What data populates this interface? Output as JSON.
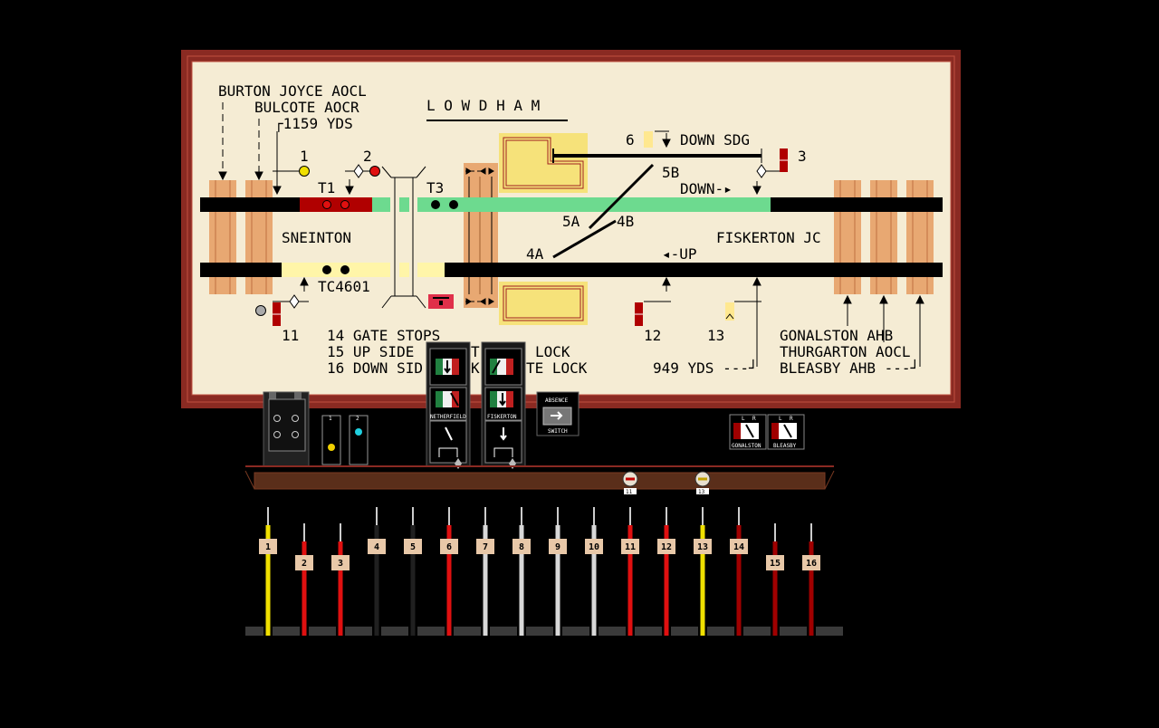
{
  "diagram": {
    "title": "L O W D H A M",
    "labels": {
      "burton_joyce": "BURTON JOYCE AOCL",
      "bulcote": "BULCOTE AOCR",
      "yds_1159": "┌1159 YDS",
      "sneinton": "SNEINTON",
      "tc4601": "TC4601",
      "t1": "T1",
      "t3": "T3",
      "down_sdg": "DOWN SDG",
      "down_arrow": "DOWN-▸",
      "up_arrow": "◂-UP",
      "fiskerton_jc": "FISKERTON JC",
      "gate_stops": "14 GATE STOPS",
      "up_side": "15 UP SIDE",
      "down_side": "16 DOWN SID",
      "lock1": "LOCK",
      "lock2_k": "K",
      "lock2": "TE LOCK",
      "yds_949": "949 YDS ---┘",
      "gonalston": "GONALSTON AHB",
      "thurgarton": "THURGARTON AOCL",
      "bleasby": "BLEASBY AHB ---┘",
      "t_mid": "T"
    },
    "signal_numbers": [
      "1",
      "2",
      "3",
      "6",
      "11",
      "12",
      "13"
    ],
    "point_labels": [
      "5A",
      "5B",
      "4A",
      "4B"
    ]
  },
  "instruments": {
    "block1_label": "NETHERFIELD",
    "block2_label": "FISKERTON",
    "absence_top": "ABSENCE",
    "absence_bottom": "SWITCH",
    "repeater_labels": [
      "1",
      "2"
    ],
    "crossing_lr": [
      "L",
      "R"
    ],
    "crossing_names": [
      "GONALSTON",
      "BLEASBY"
    ],
    "collar_tags": [
      "11",
      "13"
    ]
  },
  "lever_frame": {
    "levers": [
      {
        "num": "1",
        "color": "#f0e000",
        "state": "normal"
      },
      {
        "num": "2",
        "color": "#e01010",
        "state": "reverse"
      },
      {
        "num": "3",
        "color": "#e01010",
        "state": "reverse"
      },
      {
        "num": "4",
        "color": "#202020",
        "state": "normal"
      },
      {
        "num": "5",
        "color": "#202020",
        "state": "normal"
      },
      {
        "num": "6",
        "color": "#e01010",
        "state": "normal"
      },
      {
        "num": "7",
        "color": "#d8d8d8",
        "state": "normal"
      },
      {
        "num": "8",
        "color": "#d8d8d8",
        "state": "normal"
      },
      {
        "num": "9",
        "color": "#d8d8d8",
        "state": "normal"
      },
      {
        "num": "10",
        "color": "#d8d8d8",
        "state": "normal"
      },
      {
        "num": "11",
        "color": "#e01010",
        "state": "normal"
      },
      {
        "num": "12",
        "color": "#e01010",
        "state": "normal"
      },
      {
        "num": "13",
        "color": "#f0e000",
        "state": "normal"
      },
      {
        "num": "14",
        "color": "#a00000",
        "state": "normal"
      },
      {
        "num": "15",
        "color": "#a00000",
        "state": "reverse"
      },
      {
        "num": "16",
        "color": "#a00000",
        "state": "reverse"
      }
    ]
  },
  "colors": {
    "board_frame": "#8a2a22",
    "board_bg": "#f5ecd4",
    "track": "#000000",
    "track_clear": "#6dda8f",
    "track_occupied": "#fff5a8",
    "track_red": "#b00000",
    "gate": "#f6e27a",
    "gate_border": "#d08040",
    "crossing_timber": "#e8a872"
  }
}
